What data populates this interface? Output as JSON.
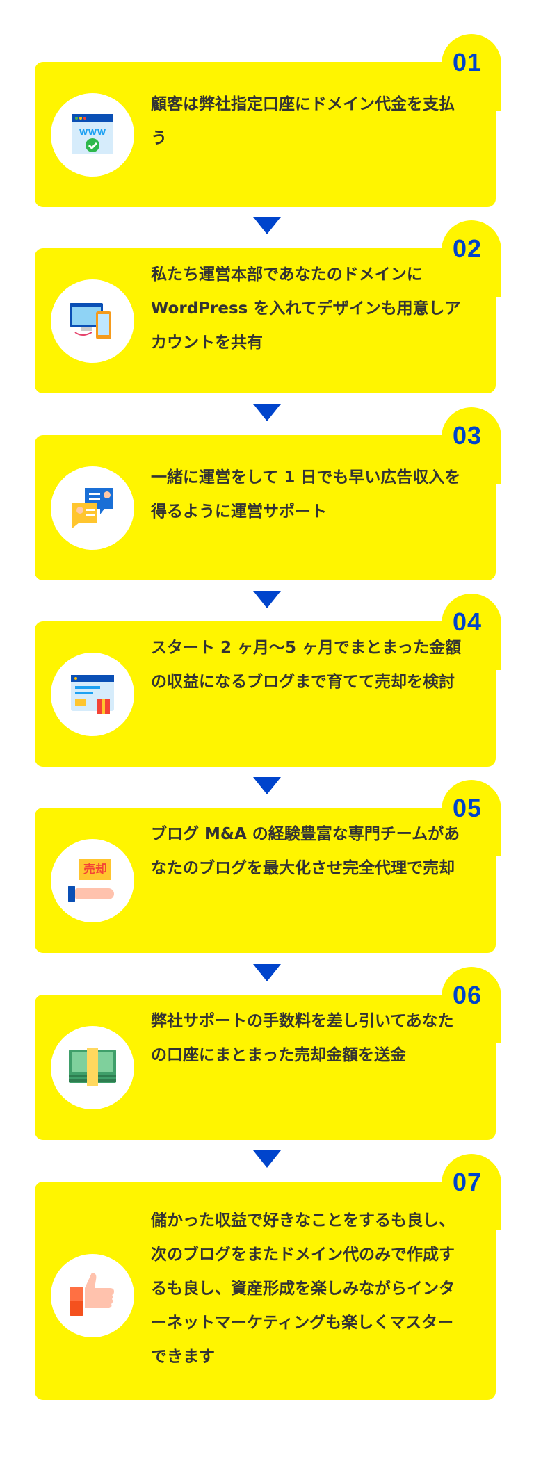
{
  "colors": {
    "card": "#fff500",
    "number": "#0044cc",
    "text": "#333333",
    "arrow": "#0044cc"
  },
  "steps": [
    {
      "number": "01",
      "icon": "www-check-icon",
      "text": "顧客は弊社指定口座にドメイン代金を支払う"
    },
    {
      "number": "02",
      "icon": "devices-design-icon",
      "text": "私たち運営本部であなたのドメインにWordPress を入れてデザインも用意しアカウントを共有"
    },
    {
      "number": "03",
      "icon": "chat-support-icon",
      "text": "一緒に運営をして 1 日でも早い広告収入を得るように運営サポート"
    },
    {
      "number": "04",
      "icon": "blog-growth-icon",
      "text": "スタート 2 ヶ月〜5 ヶ月でまとまった金額の収益になるブログまで育てて売却を検討"
    },
    {
      "number": "05",
      "icon": "sale-hand-icon",
      "text": "ブログ M&A の経験豊富な専門チームがあなたのブログを最大化させ完全代理で売却",
      "icon_label": "売却"
    },
    {
      "number": "06",
      "icon": "money-bundle-icon",
      "text": "弊社サポートの手数料を差し引いてあなたの口座にまとまった売却金額を送金"
    },
    {
      "number": "07",
      "icon": "thumbs-up-icon",
      "text": "儲かった収益で好きなことをするも良し、次のブログをまたドメイン代のみで作成するも良し、資産形成を楽しみながらインターネットマーケティングも楽しくマスターできます"
    }
  ]
}
